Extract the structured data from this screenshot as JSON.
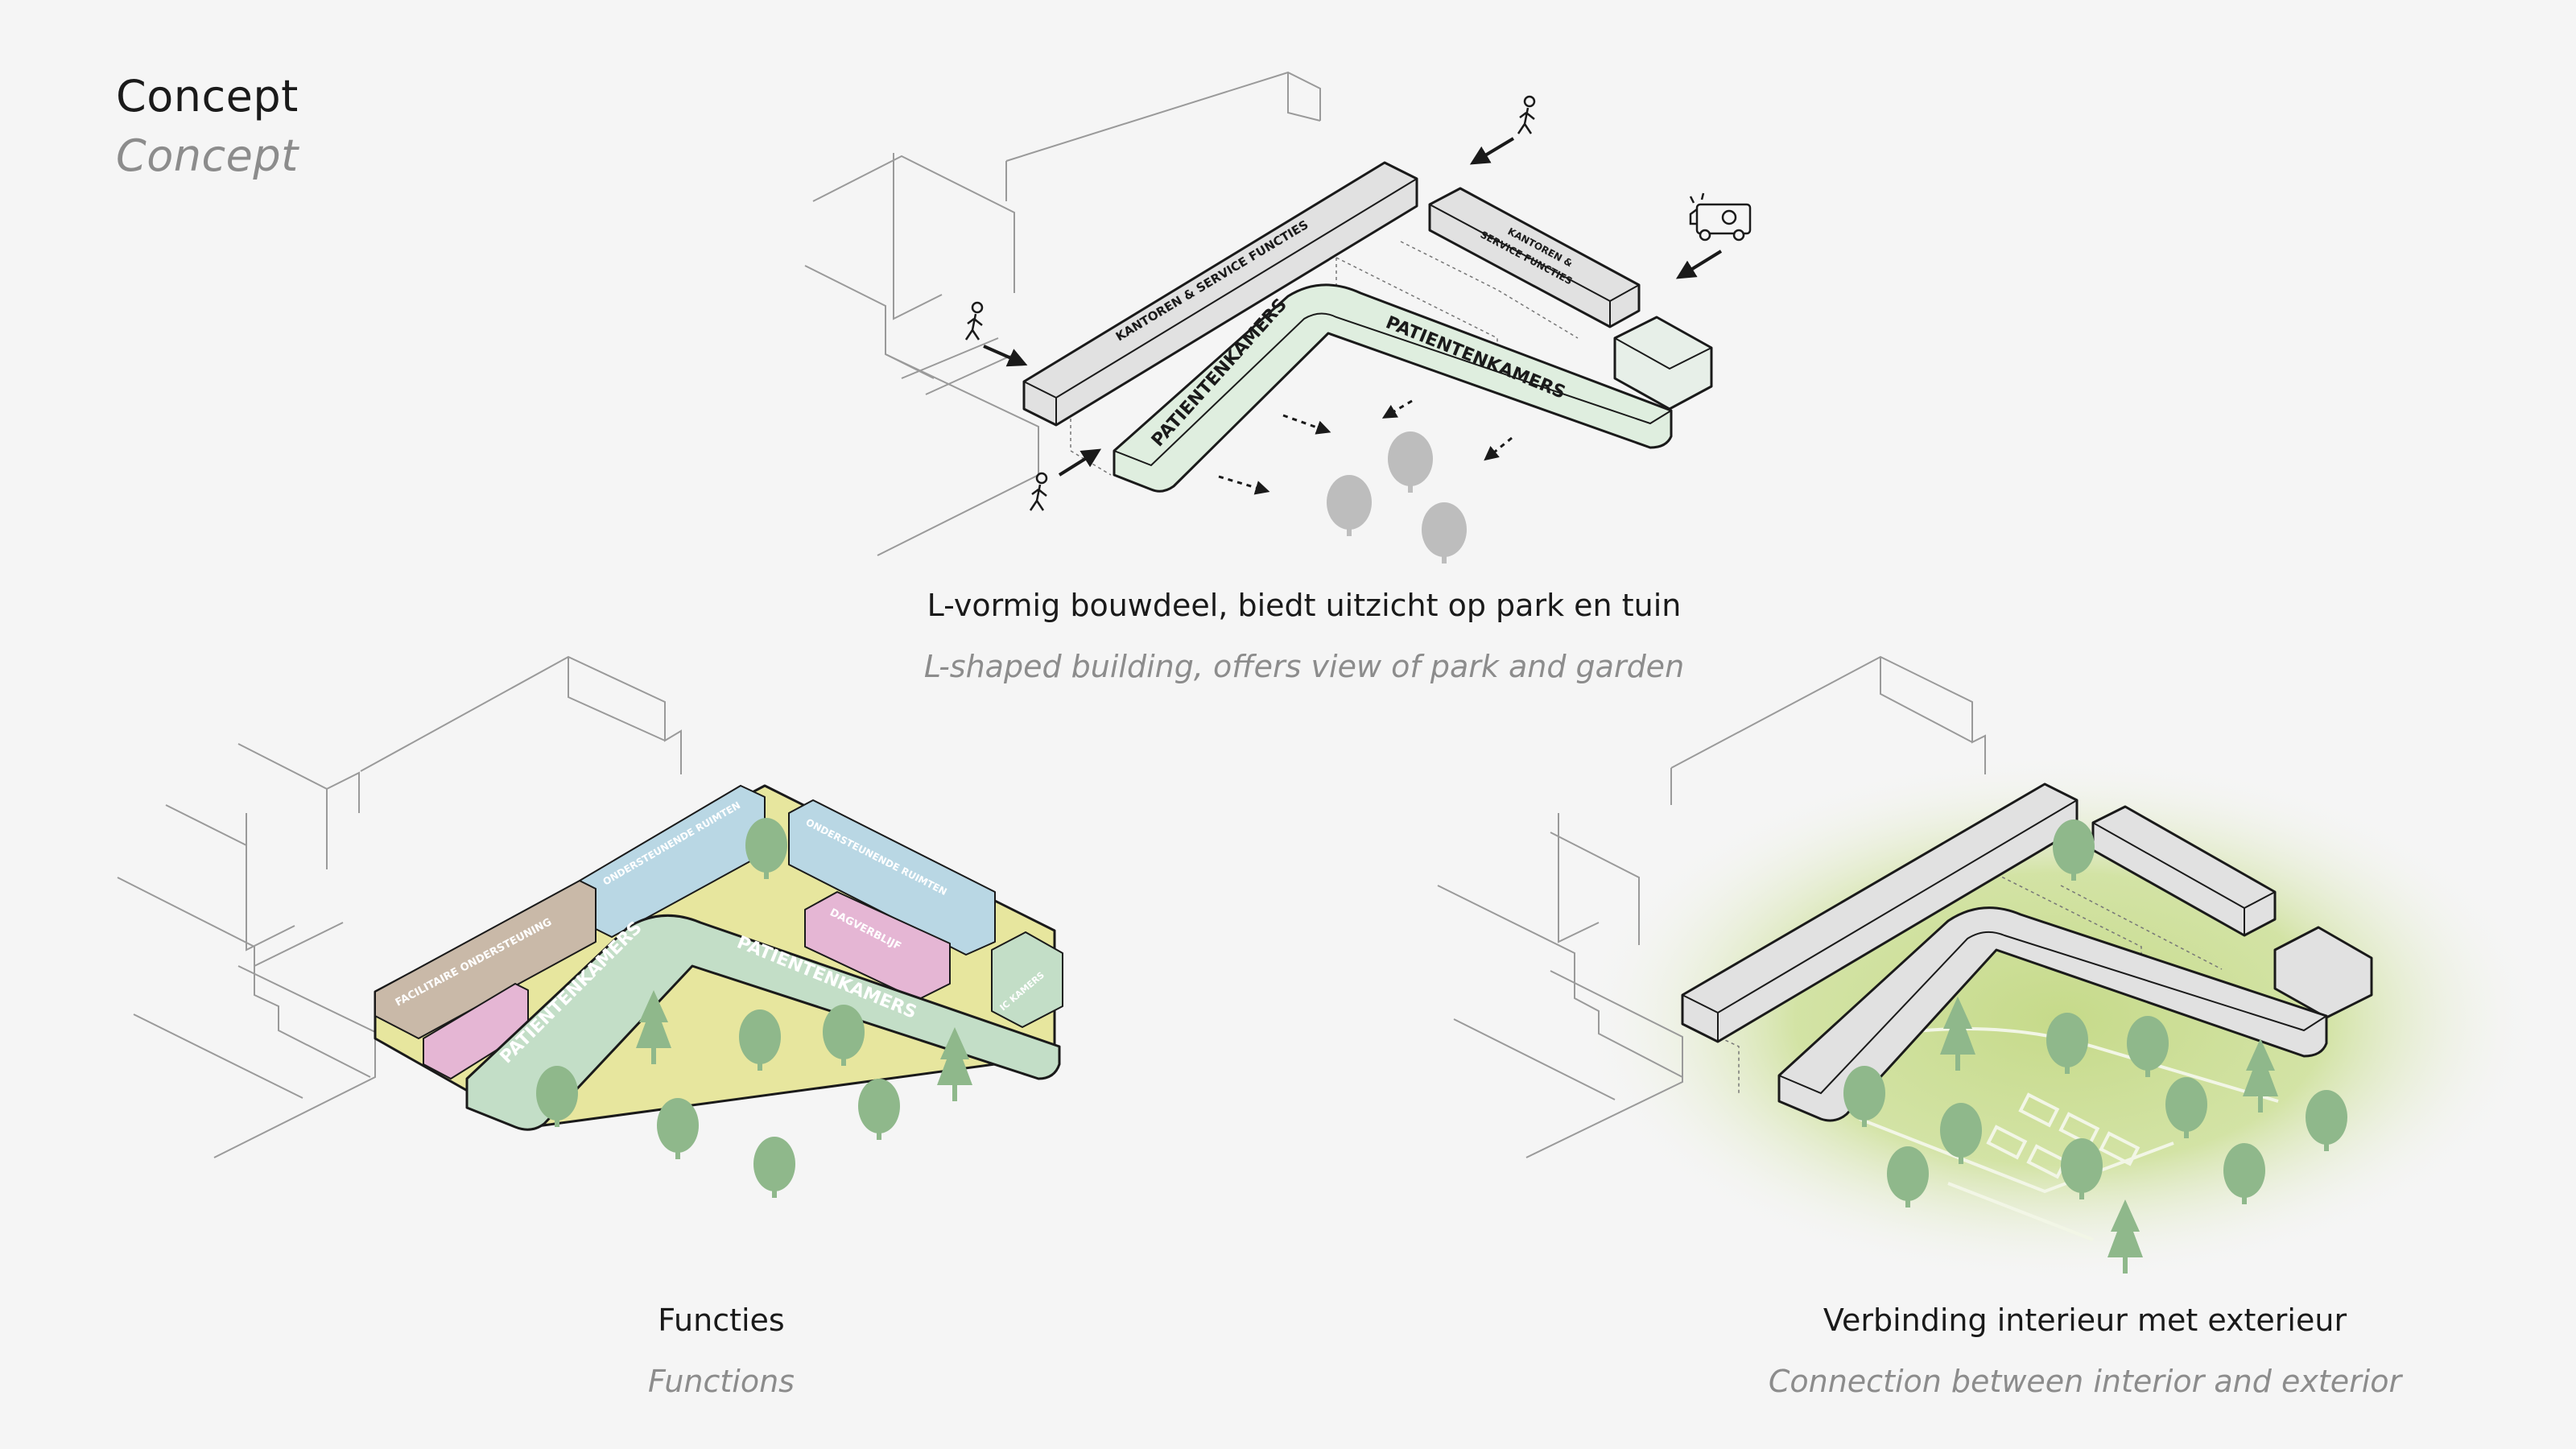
{
  "title": {
    "dutch": "Concept",
    "english": "Concept"
  },
  "top_diagram": {
    "caption_dutch": "L-vormig bouwdeel, biedt uitzicht op park en tuin",
    "caption_english": "L-shaped building, offers view of park and garden",
    "labels": {
      "office_long": "KANTOREN & SERVICE FUNCTIES",
      "office_short_1": "KANTOREN &",
      "office_short_2": "SERVICE FUNCTIES",
      "patients_a": "PATIENTENKAMERS",
      "patients_b": "PATIENTENKAMERS"
    },
    "icons": [
      "pedestrian-icon",
      "pedestrian-icon",
      "pedestrian-icon",
      "ambulance-icon"
    ]
  },
  "functions_diagram": {
    "caption_dutch": "Functies",
    "caption_english": "Functions",
    "labels": {
      "facility": "FACILITAIRE ONDERSTEUNING",
      "support_1": "ONDERSTEUNENDE RUIMTEN",
      "support_2": "ONDERSTEUNENDE RUIMTEN",
      "daycare": "DAGVERBLIJF",
      "patients_a": "PATIENTENKAMERS",
      "patients_b": "PATIENTENKAMERS",
      "ic": "IC KAMERS"
    },
    "colors": {
      "patients": "#c3dec7",
      "support": "#b9d7e4",
      "facility": "#c9b9a8",
      "daycare": "#e5b6d4",
      "courtyard": "#e7e69e"
    }
  },
  "connection_diagram": {
    "caption_dutch": "Verbinding interieur met exterieur",
    "caption_english": "Connection between interior and exterior",
    "colors": {
      "glow": "#c8dc8c",
      "building": "#e1e1e1"
    }
  }
}
